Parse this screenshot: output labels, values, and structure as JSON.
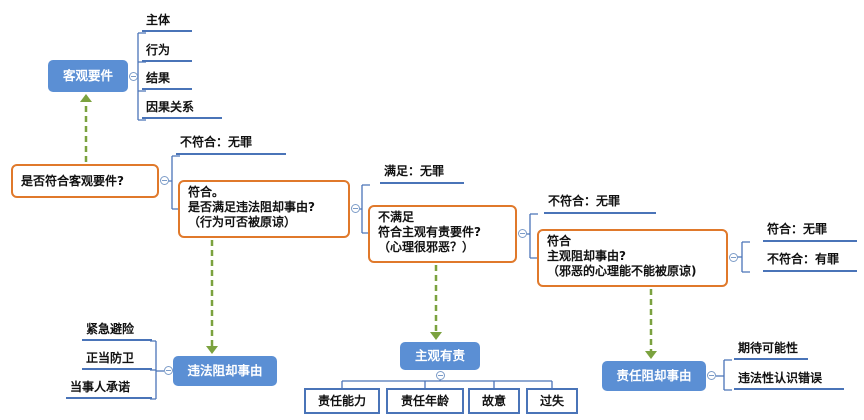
{
  "nodes": {
    "objective_elements": "客观要件",
    "subject": "主体",
    "act": "行为",
    "result": "结果",
    "causality": "因果关系",
    "q_objective": "是否符合客观要件?",
    "not_match_1": "不符合：无罪",
    "q_illegality": [
      "符合。",
      "是否满足违法阻却事由?",
      "（行为可否被原谅）"
    ],
    "illegality_defense": "违法阻却事由",
    "emergency_avoidance": "紧急避险",
    "self_defense": "正当防卫",
    "consent": "当事人承诺",
    "satisfied_innocent": "满足：无罪",
    "q_subjective": [
      "不满足",
      "符合主观有责要件?",
      "（心理很邪恶？）"
    ],
    "subjective_guilt": "主观有责",
    "capacity": "责任能力",
    "age": "责任年龄",
    "intent": "故意",
    "negligence": "过失",
    "not_match_2": "不符合：无罪",
    "q_responsibility": [
      "符合",
      "主观阻却事由?",
      "（邪恶的心理能不能被原谅)"
    ],
    "responsibility_defense": "责任阻却事由",
    "expectation": "期待可能性",
    "mistake_illegality": "违法性认识错误",
    "match_innocent": "符合：无罪",
    "not_match_guilty": "不符合：有罪"
  },
  "colors": {
    "node_blue": "#5b8fd4",
    "box_orange": "#e0792b",
    "line_blue": "#4a74b8",
    "arrow_green": "#7ba23f"
  }
}
